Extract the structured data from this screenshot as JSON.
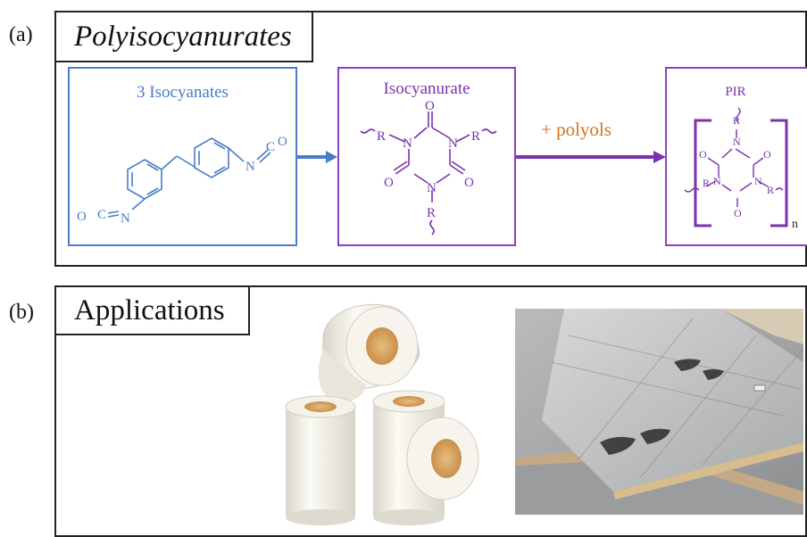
{
  "panel_a": {
    "letter": "(a)",
    "title": "Polyisocyanurates",
    "box1": {
      "label": "3 Isocyanates",
      "atoms": {
        "o_left": "O",
        "c_left": "C",
        "n_left": "N",
        "n_right": "N",
        "c_right": "C",
        "o_right": "O"
      }
    },
    "box2": {
      "label": "Isocyanurate",
      "atoms": {
        "o": "O",
        "n": "N",
        "r": "R"
      }
    },
    "reagent": "+ polyols",
    "box3": {
      "label": "PIR",
      "atoms": {
        "o": "O",
        "n": "N",
        "r": "R"
      },
      "subscript": "n"
    }
  },
  "panel_b": {
    "letter": "(b)",
    "title": "Applications"
  },
  "colors": {
    "blue": "#4a7cc9",
    "purple": "#7a32ad",
    "orange": "#d4751c",
    "border": "#222222"
  }
}
